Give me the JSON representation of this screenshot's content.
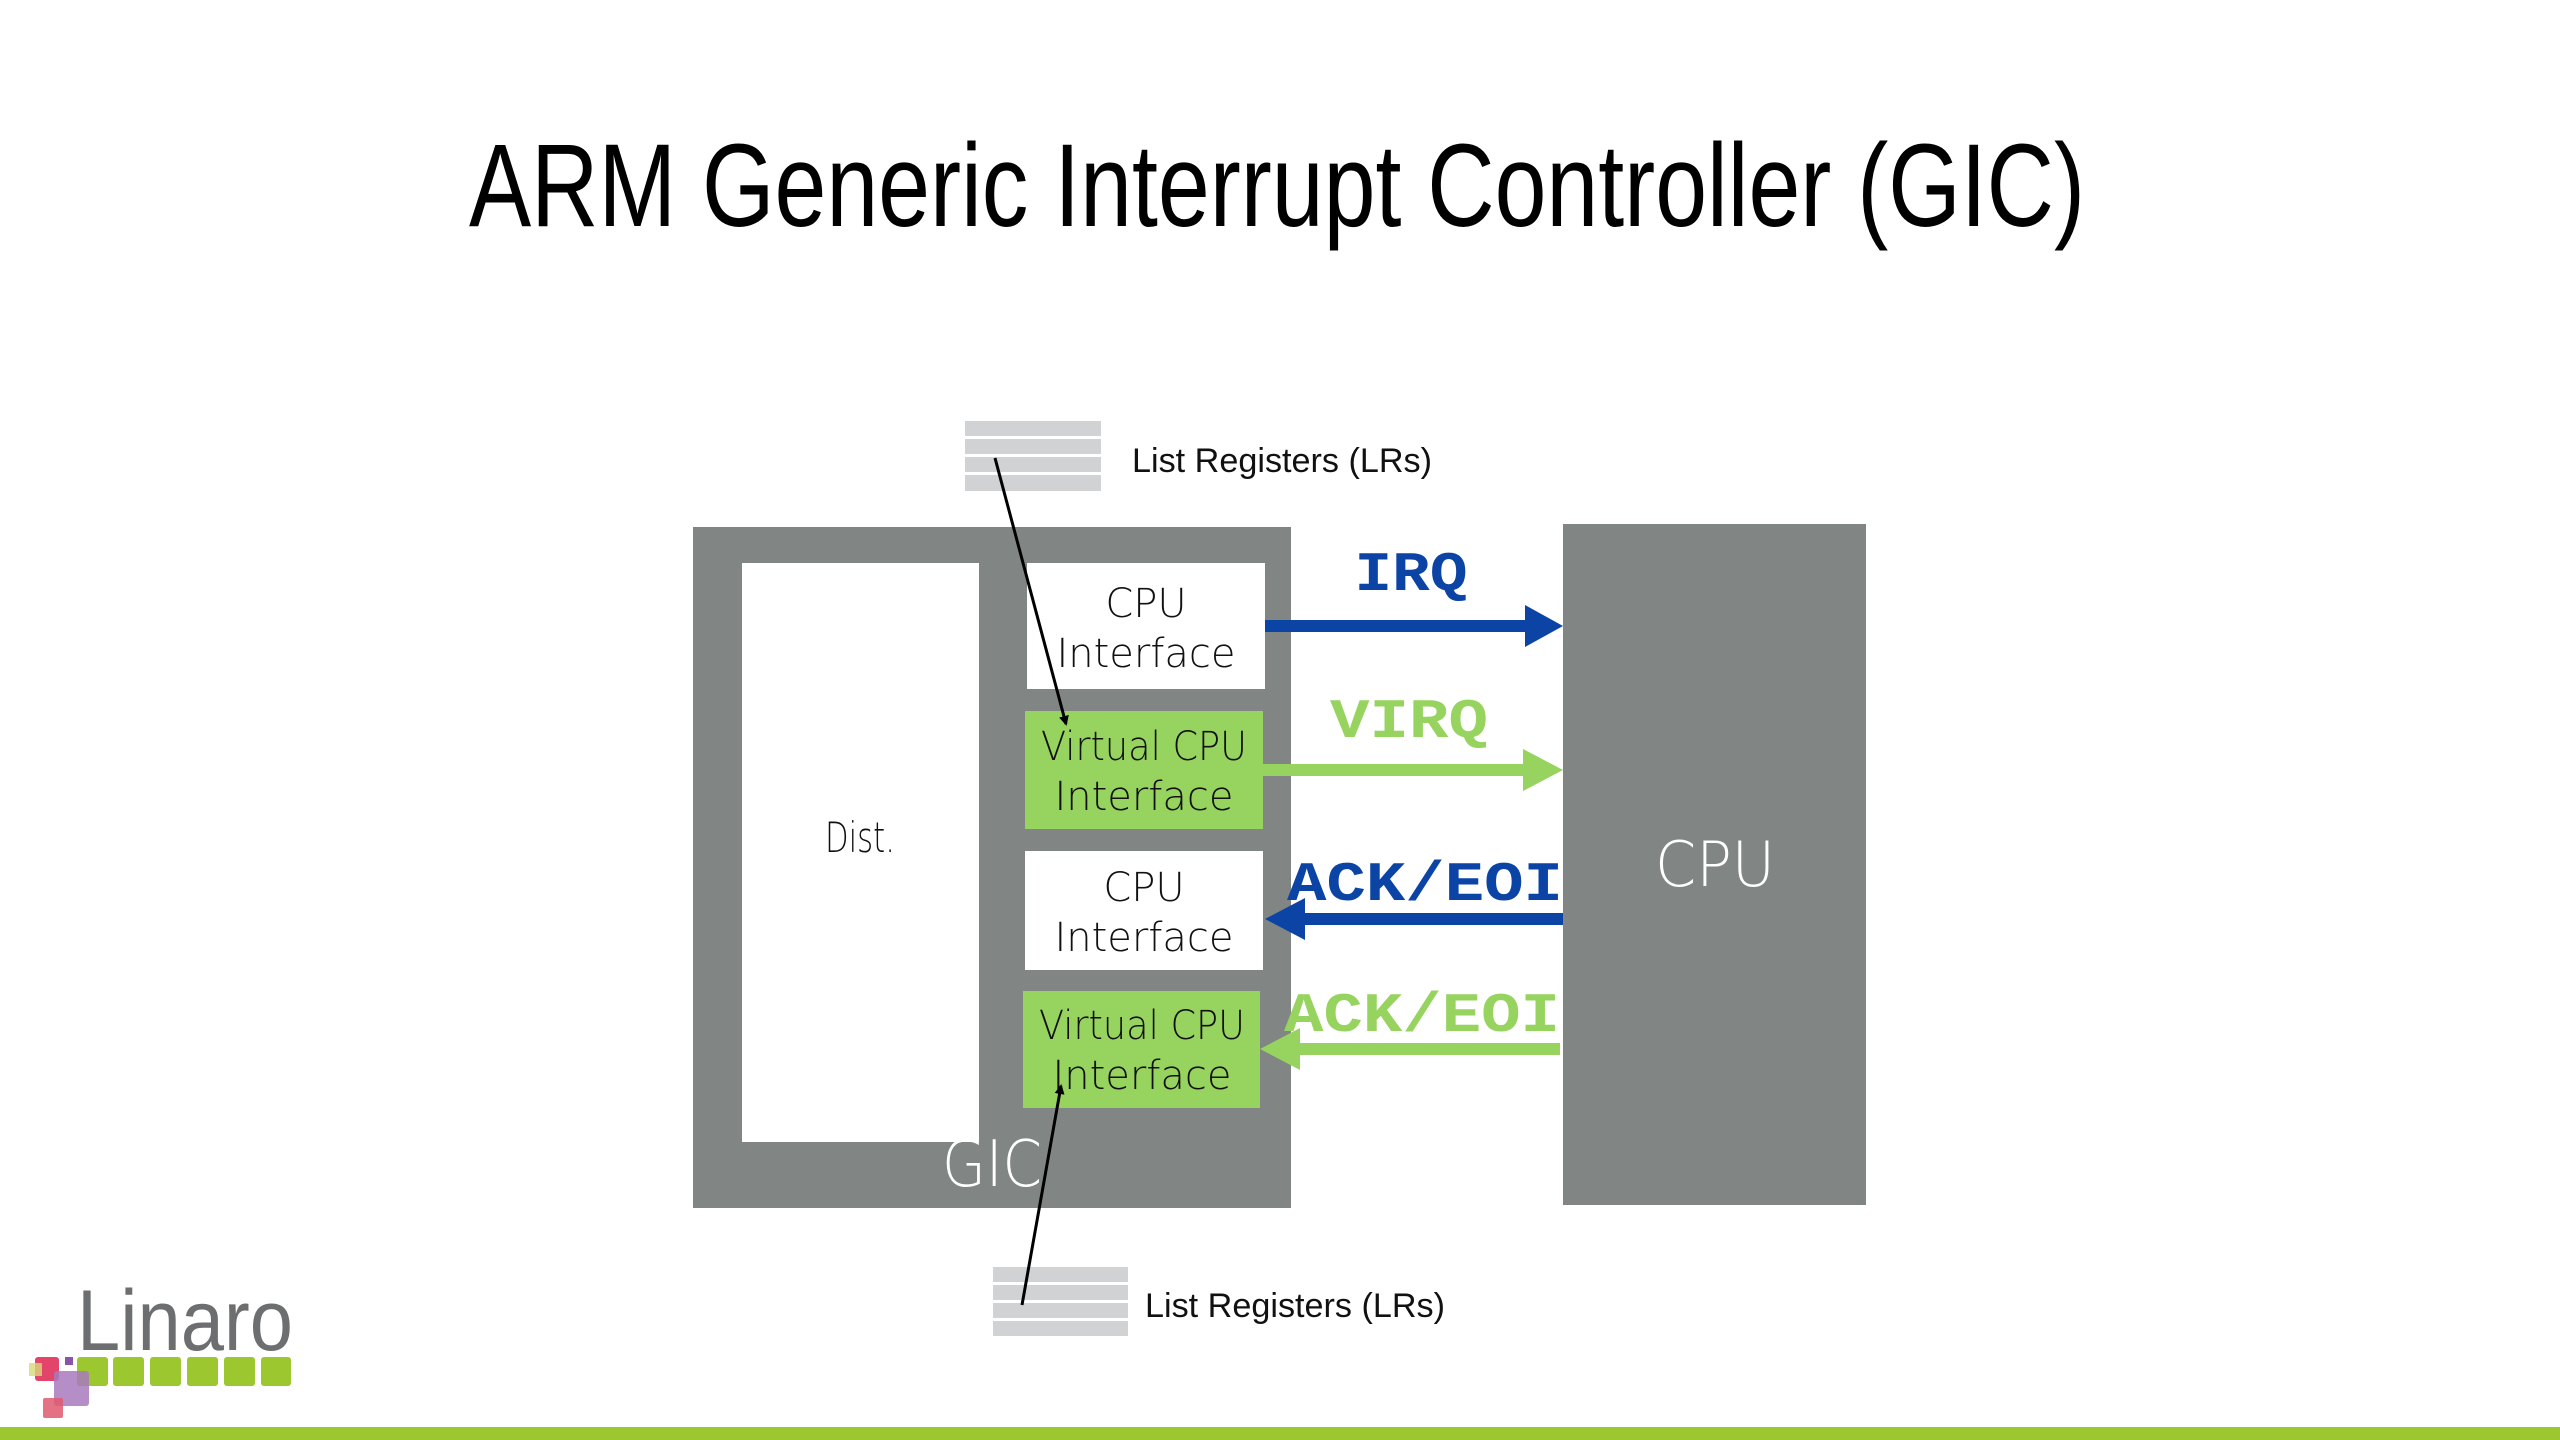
{
  "slide": {
    "title": "ARM Generic Interrupt Controller (GIC)"
  },
  "diagram": {
    "gic": {
      "label": "GIC",
      "distributor_label": "Dist.",
      "interfaces": [
        {
          "line1": "CPU",
          "line2": "Interface",
          "type": "physical"
        },
        {
          "line1": "Virtual CPU",
          "line2": "Interface",
          "type": "virtual"
        },
        {
          "line1": "CPU",
          "line2": "Interface",
          "type": "physical"
        },
        {
          "line1": "Virtual CPU",
          "line2": "Interface",
          "type": "virtual"
        }
      ]
    },
    "cpu": {
      "label": "CPU"
    },
    "signals": [
      {
        "label": "IRQ",
        "direction": "to-cpu",
        "color": "#0b44a5"
      },
      {
        "label": "VIRQ",
        "direction": "to-cpu",
        "color": "#97d35f"
      },
      {
        "label": "ACK/EOI",
        "direction": "to-gic",
        "color": "#0b44a5"
      },
      {
        "label": "ACK/EOI",
        "direction": "to-gic",
        "color": "#97d35f"
      }
    ],
    "list_registers": [
      {
        "label": "List Registers (LRs)"
      },
      {
        "label": "List Registers (LRs)"
      }
    ]
  },
  "colors": {
    "gray": "#818684",
    "green": "#97d35f",
    "blue": "#0b44a5",
    "register": "#d1d2d4",
    "brand_green": "#9dc72f"
  },
  "footer": {
    "logo_text": "Linaro"
  }
}
